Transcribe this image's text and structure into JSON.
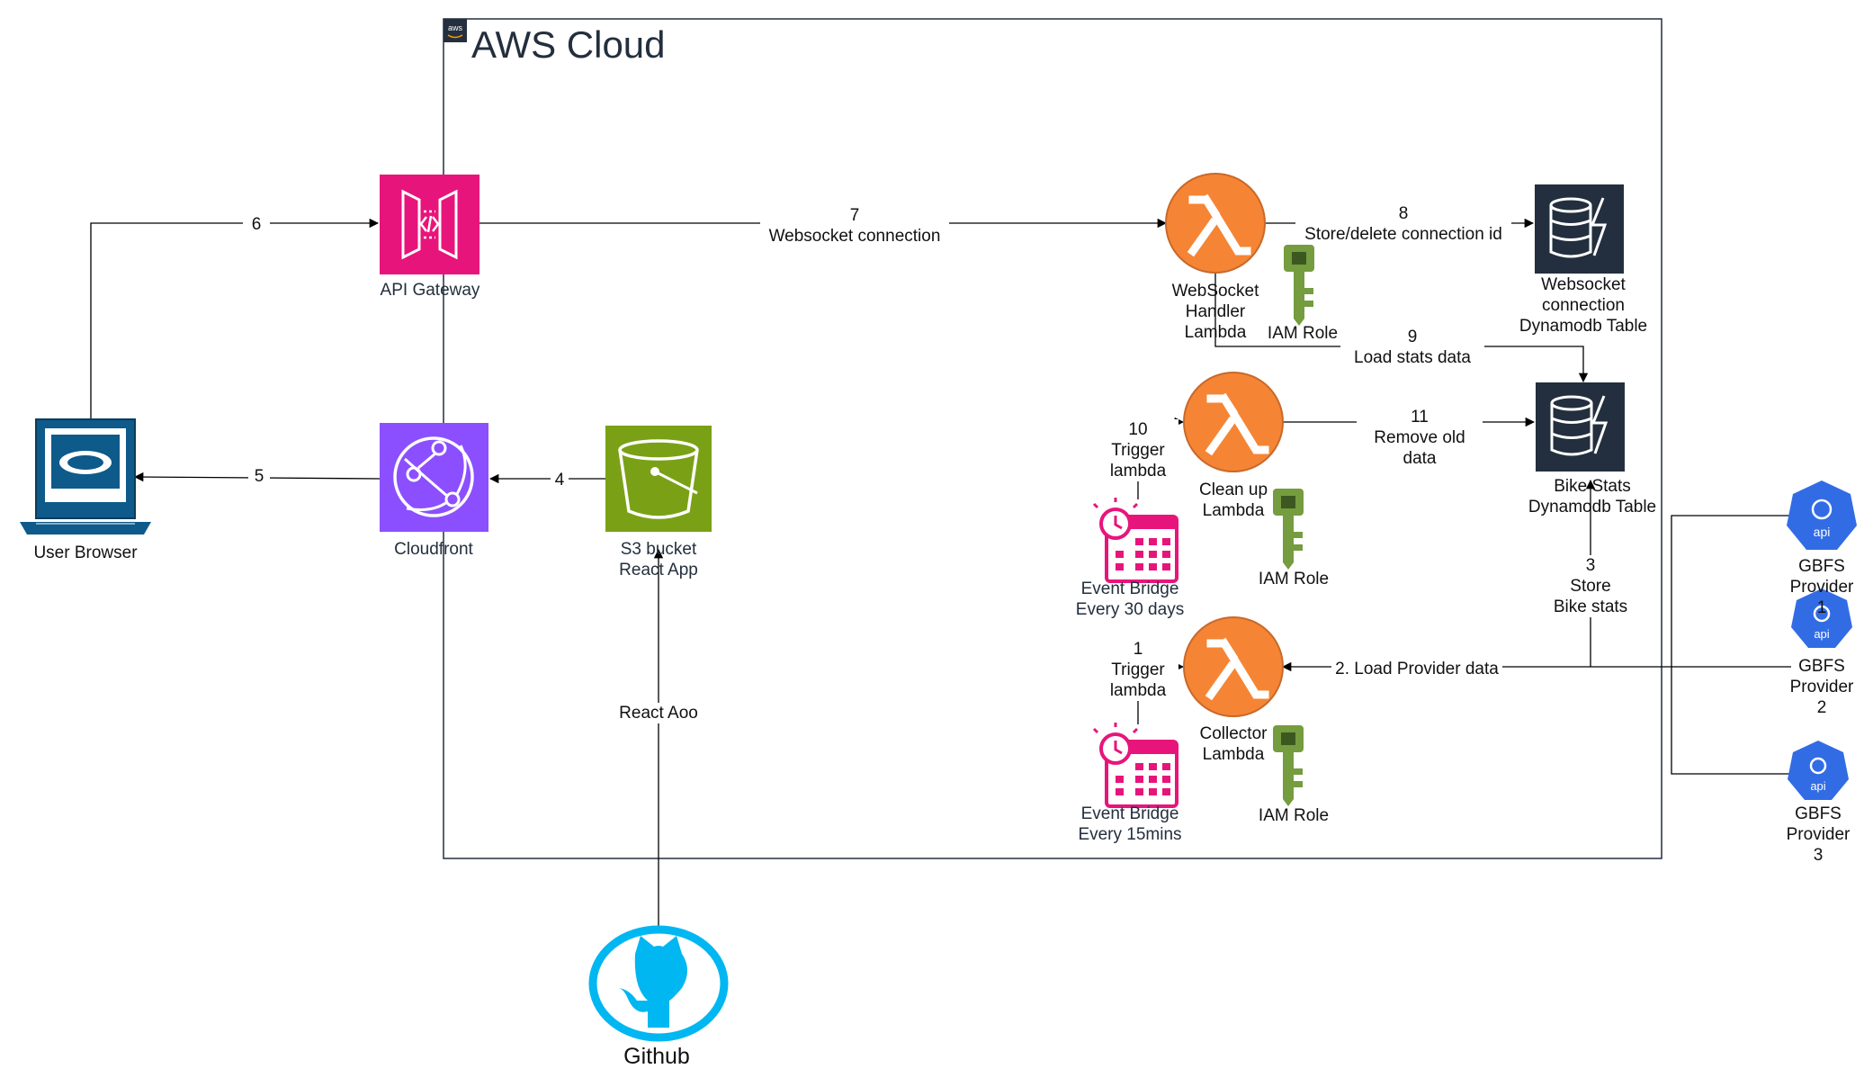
{
  "group": {
    "title": "AWS Cloud",
    "badge": "aws"
  },
  "nodes": {
    "user_browser": "User Browser",
    "api_gateway": "API Gateway",
    "cloudfront": "Cloudfront",
    "s3": "S3 bucket\nReact App",
    "github": "Github",
    "ws_lambda": "WebSocket\nHandler\nLambda",
    "ws_iam": "IAM Role",
    "ws_table": "Websocket\nconnection\nDynamodb Table",
    "cleanup_lambda": "Clean up\nLambda",
    "cleanup_iam": "IAM Role",
    "stats_table": "Bike Stats\nDynamodb Table",
    "eb30": "Event Bridge\nEvery 30 days",
    "collector_lambda": "Collector\nLambda",
    "collector_iam": "IAM Role",
    "eb15": "Event Bridge\nEvery 15mins",
    "gbfs1": "GBFS\nProvider\n1",
    "gbfs2": "GBFS\nProvider\n2",
    "gbfs3": "GBFS\nProvider\n3",
    "api_badge": "api"
  },
  "edges": {
    "e6": "6",
    "e7": "7\nWebsocket connection",
    "e8": "8\nStore/delete connection id",
    "e9": "9\nLoad stats data",
    "e10": "10\nTrigger\nlambda",
    "e11": "11\nRemove old data",
    "e1": "1\nTrigger\nlambda",
    "e2": "2. Load Provider data",
    "e3": "3\nStore\nBike stats",
    "e4": "4",
    "e5": "5",
    "react": "React Aoo"
  },
  "colors": {
    "api_gateway": "#e7157b",
    "cloudfront": "#8c4fff",
    "s3": "#7aa116",
    "lambda": "#f58534",
    "dynamodb": "#232f3e",
    "iam": "#759c3e",
    "eventbridge": "#e7157b",
    "github": "#00b7f1",
    "gbfs": "#326ce5",
    "browser": "#0e5a8a"
  }
}
